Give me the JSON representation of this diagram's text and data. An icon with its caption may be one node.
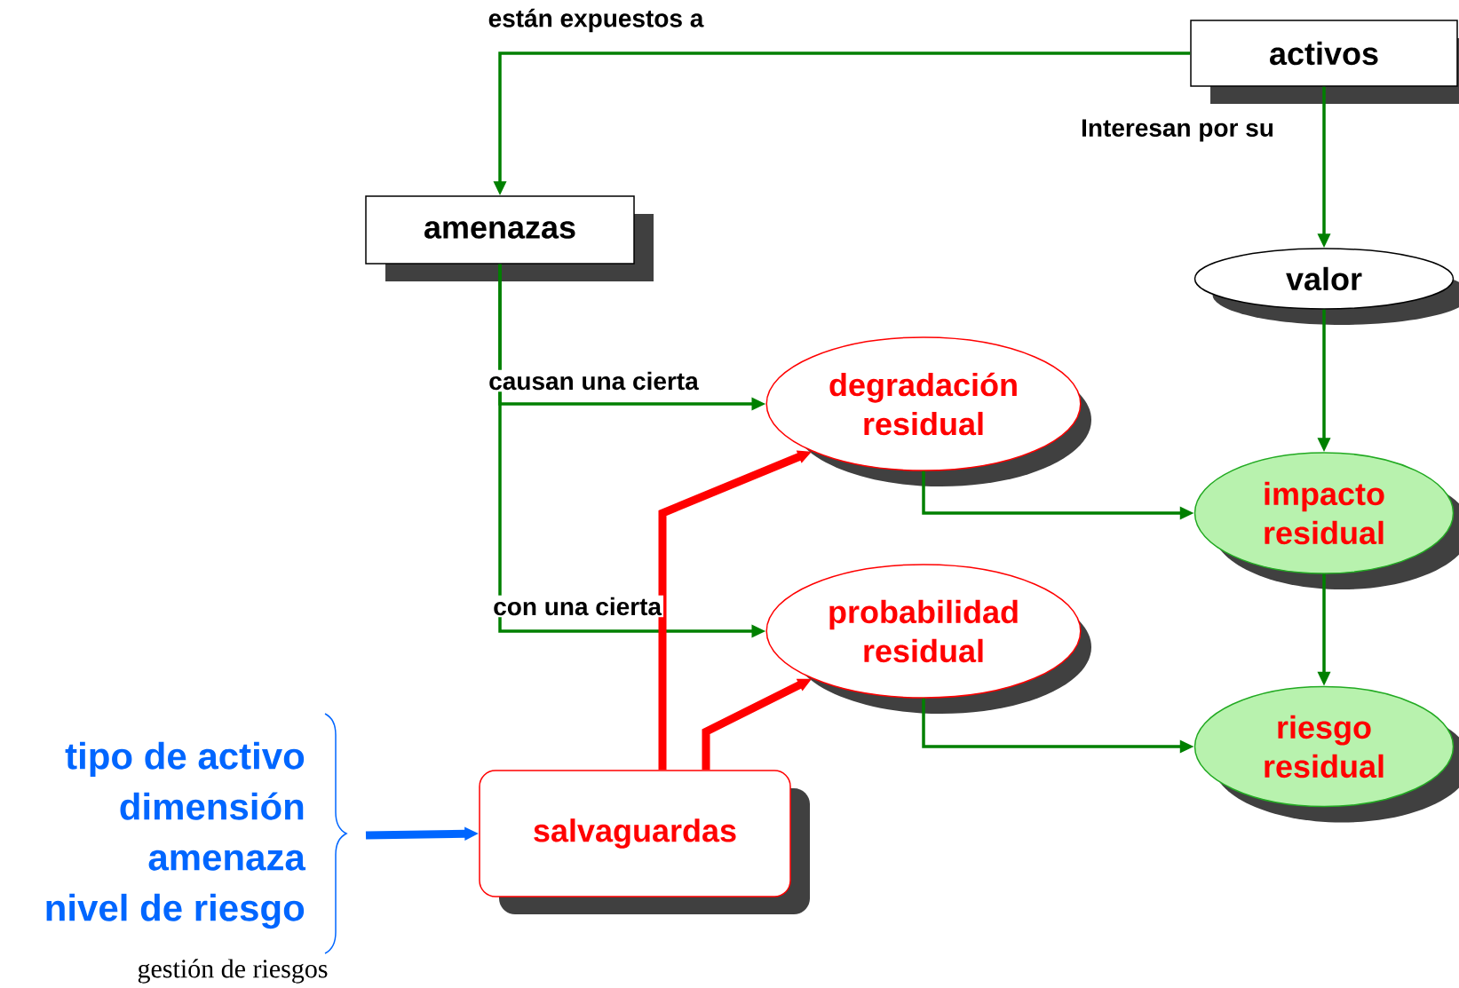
{
  "diagram": {
    "nodes": [
      {
        "text": [
          "activos"
        ]
      },
      {
        "text": [
          "amenazas"
        ]
      },
      {
        "text": [
          "valor"
        ]
      },
      {
        "text": [
          "degradación residual"
        ]
      },
      {
        "text": [
          "impacto residual"
        ]
      },
      {
        "text": [
          "probabilidad residual"
        ]
      },
      {
        "text": [
          "riesgo residual"
        ]
      },
      {
        "text": [
          "salvaguardas"
        ]
      },
      {
        "text": [
          "tipo de activo",
          "dimensión",
          "amenaza",
          "nivel de riesgo"
        ]
      }
    ],
    "edges": [
      {
        "from": 0,
        "to": 1,
        "arrow": "to",
        "label": "están expuestos a"
      },
      {
        "from": 0,
        "to": 2,
        "arrow": "to",
        "label": "Interesan por su"
      },
      {
        "from": 1,
        "to": 3,
        "arrow": "to",
        "label": "causan una cierta"
      },
      {
        "from": 1,
        "to": 5,
        "arrow": "to",
        "label": "con una cierta"
      },
      {
        "from": 2,
        "to": 4,
        "arrow": "to"
      },
      {
        "from": 3,
        "to": 4,
        "arrow": "to"
      },
      {
        "from": 4,
        "to": 6,
        "arrow": "to"
      },
      {
        "from": 5,
        "to": 6,
        "arrow": "to"
      },
      {
        "from": 7,
        "to": 3,
        "arrow": "to",
        "style": "thick",
        "color": "#ff0000"
      },
      {
        "from": 7,
        "to": 5,
        "arrow": "to",
        "style": "thick",
        "color": "#ff0000"
      },
      {
        "from": 8,
        "to": 7,
        "arrow": "to",
        "style": "thick",
        "color": "#0066ff"
      }
    ],
    "labels": [
      "gestión de riesgos"
    ]
  }
}
